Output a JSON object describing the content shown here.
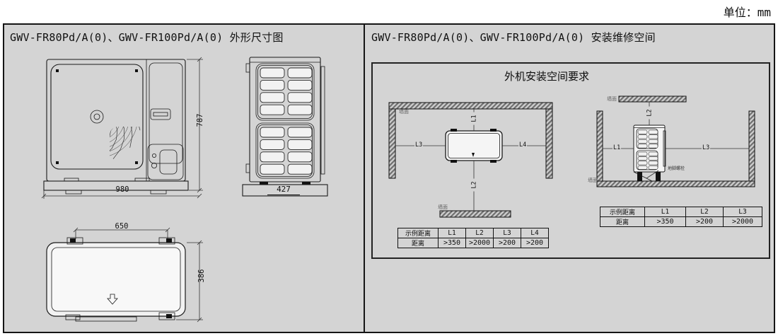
{
  "page": {
    "unit_label": "单位：mm"
  },
  "left_panel": {
    "title": "GWV-FR80Pd/A(0)、GWV-FR100Pd/A(0) 外形尺寸图",
    "front_view": {
      "height": "787",
      "width": "980"
    },
    "side_view": {
      "depth": "427"
    },
    "top_view": {
      "foot_pitch": "650",
      "depth": "386"
    }
  },
  "right_panel": {
    "title": "GWV-FR80Pd/A(0)、GWV-FR100Pd/A(0) 安装维修空间",
    "section_title": "外机安装空间要求",
    "plan_diagram": {
      "wall_top": "墙面",
      "wall_bottom": "墙面",
      "l1": "L1",
      "l2": "L2",
      "l3": "L3",
      "l4": "L4",
      "table": {
        "h0": "示例距离",
        "h1": "L1",
        "h2": "L2",
        "h3": "L3",
        "h4": "L4",
        "r0": "距离",
        "v1": ">350",
        "v2": ">2000",
        "v3": ">200",
        "v4": ">200"
      }
    },
    "elevation_diagram": {
      "wall_top": "墙面",
      "wall_bottom": "墙面",
      "l1": "L1",
      "l2": "L2",
      "l3": "L3",
      "foot_note": "地脚螺栓",
      "table": {
        "h0": "示例距离",
        "h1": "L1",
        "h2": "L2",
        "h3": "L3",
        "r0": "距离",
        "v1": ">350",
        "v2": ">200",
        "v3": ">2000"
      }
    }
  },
  "colors": {
    "panel_bg": "#d4d4d4",
    "line": "#1a1a1a",
    "hatch_dark": "#6f6f6f"
  }
}
